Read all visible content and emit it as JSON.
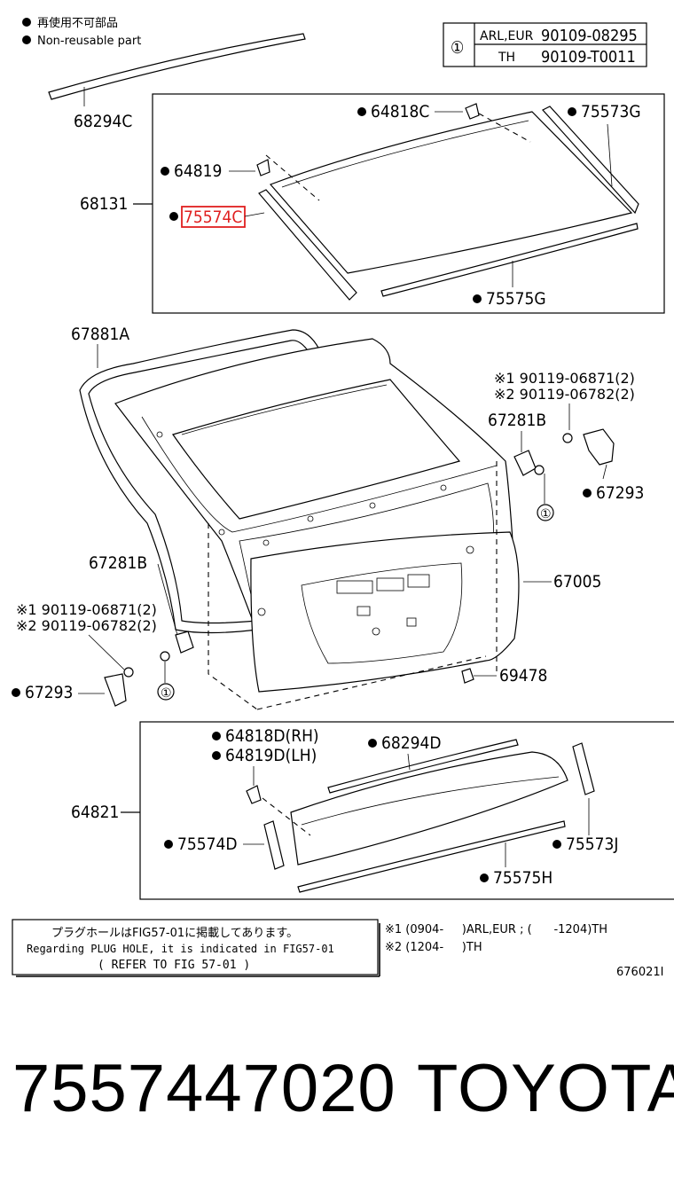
{
  "legend": {
    "jp": "再使用不可部品",
    "en": "Non-reusable part"
  },
  "ref_table": {
    "marker": "①",
    "rows": [
      {
        "region": "ARL,EUR",
        "part": "90109-08295"
      },
      {
        "region": "TH",
        "part": "90109-T0011"
      }
    ]
  },
  "labels": {
    "p68294C": "68294C",
    "p64818C": "64818C",
    "p75573G": "75573G",
    "p64819": "64819",
    "p68131": "68131",
    "p75574C": "75574C",
    "p75575G": "75575G",
    "p67881A": "67881A",
    "p90119_06871_a": "※1 90119-06871(2)",
    "p90119_06782_a": "※2 90119-06782(2)",
    "p67281B_a": "67281B",
    "p67293_a": "67293",
    "p67281B_b": "67281B",
    "p67005": "67005",
    "p90119_06871_b": "※1 90119-06871(2)",
    "p90119_06782_b": "※2 90119-06782(2)",
    "p67293_b": "67293",
    "p69478": "69478",
    "p64818D": "64818D(RH)",
    "p64819D": "64819D(LH)",
    "p68294D": "68294D",
    "p64821": "64821",
    "p75574D": "75574D",
    "p75573J": "75573J",
    "p75575H": "75575H",
    "circle_one": "①"
  },
  "notes": {
    "plug_jp": "プラグホールはFIG57-01に掲載してあります。",
    "plug_en": "Regarding PLUG HOLE, it is indicated in FIG57-01",
    "plug_ref": "( REFER TO FIG 57-01 )",
    "foot1": "※1 (0904-     )ARL,EUR ; (      -1204)TH",
    "foot2": "※2 (1204-     )TH",
    "fig_code": "676021I"
  },
  "footer": {
    "part_number": "7557447020",
    "brand": "TOYOTA"
  },
  "highlight_color": "#e02020"
}
